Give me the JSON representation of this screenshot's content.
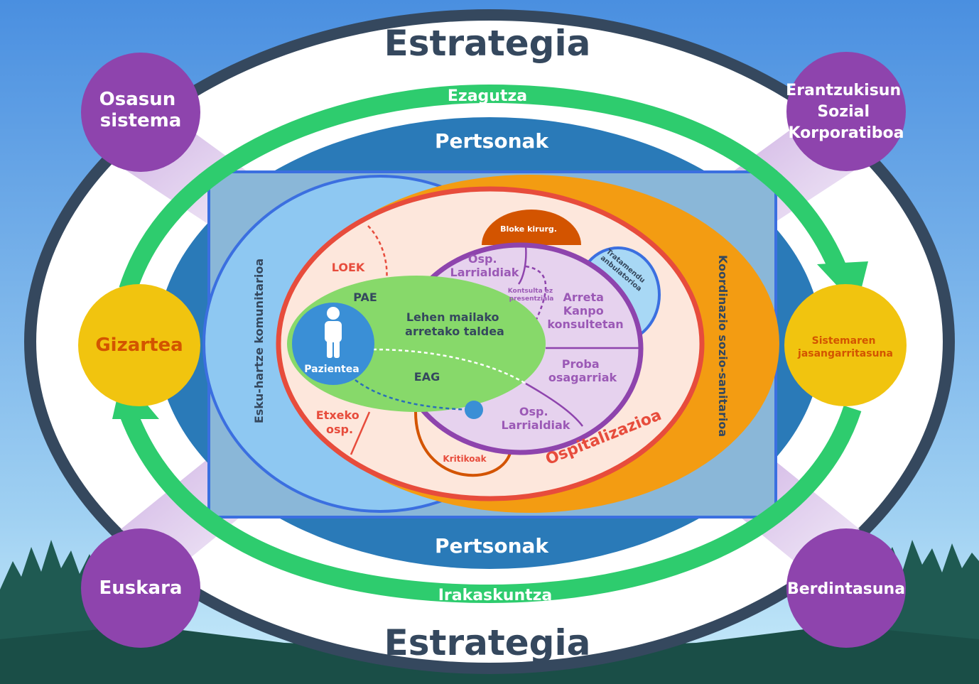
{
  "strategy_top": "Estrategia",
  "strategy_bottom": "Estrategia",
  "knowledge": "Ezagutza",
  "teaching": "Irakaskuntza",
  "people_top": "Pertsonak",
  "people_bottom": "Pertsonak",
  "pillars": {
    "health_system": [
      "Osasun",
      "sistema"
    ],
    "csr": [
      "Erantzukisun",
      "Sozial",
      "Korporatiboa"
    ],
    "basque": "Euskara",
    "equality": "Berdintasuna",
    "society": "Gizartea",
    "sustainability": [
      "Sistemaren",
      "jasangarritasuna"
    ]
  },
  "community": "Esku-hartze komunitarioa",
  "coordination": "Koordinazio sozio-sanitarioa",
  "hospitalization": "Ospitalizazioa",
  "loek": "LOEK",
  "pae": "PAE",
  "eag": "EAG",
  "home_hosp": [
    "Etxeko",
    "osp."
  ],
  "primary_team": [
    "Lehen mailako",
    "arretako taldea"
  ],
  "patient": "Pazientea",
  "surgical_block": "Bloke kirurg.",
  "ambulatory": [
    "Tratamendu",
    "anbulatorioa"
  ],
  "critical": "Kritikoak",
  "er_top": [
    "Osp.",
    "Larrialdiak"
  ],
  "non_presential": [
    "Kontsulta ez",
    "presentziala"
  ],
  "outpatient": [
    "Arreta",
    "Kanpo",
    "konsultetan"
  ],
  "tests": [
    "Proba",
    "osagarriak"
  ],
  "er_bottom": [
    "Osp.",
    "Larrialdiak"
  ],
  "colors": {
    "sky_top": "#4a8fe0",
    "sky_bottom": "#bfe3f7",
    "forest": "#1f5a52",
    "dark_ring": "#35485e",
    "green_arrow": "#2ecc6e",
    "persons_blue": "#2a7ab8",
    "orange": "#f39c12",
    "red": "#e74c3c",
    "purple": "#8e44ad",
    "primary_green": "#87d96a",
    "patient_blue": "#3a8fd6",
    "yellow": "#f1c40f",
    "gizartea_text": "#d35400"
  }
}
